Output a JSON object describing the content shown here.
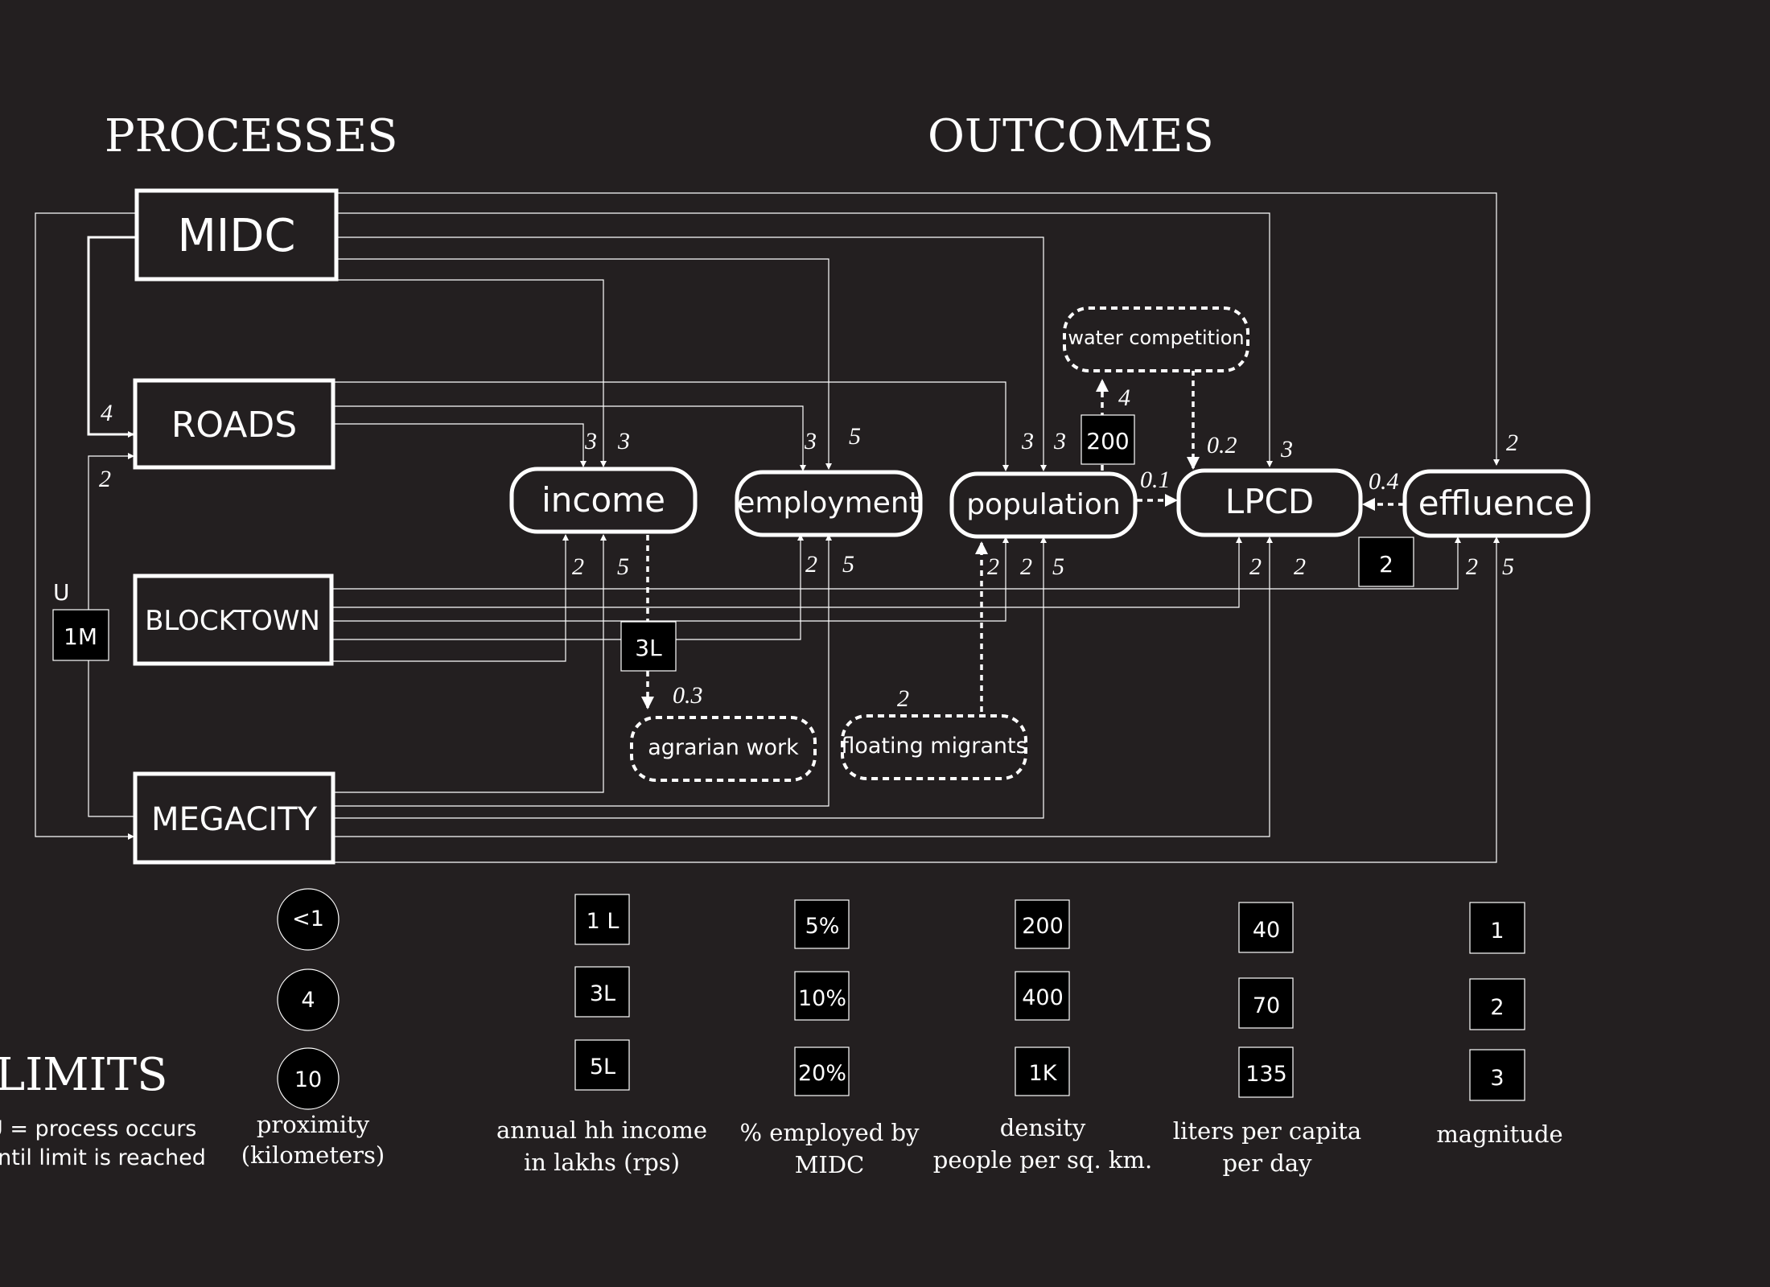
{
  "headings": {
    "processes": "PROCESSES",
    "outcomes": "OUTCOMES",
    "limits": "LIMITS"
  },
  "processes": {
    "midc": "MIDC",
    "roads": "ROADS",
    "blocktown": "BLOCKTOWN",
    "megacity": "MEGACITY"
  },
  "outcomes": {
    "income": "income",
    "employment": "employment",
    "population": "population",
    "lpcd": "LPCD",
    "effluence": "effluence"
  },
  "side_nodes": {
    "water_competition": "water competition",
    "agrarian_work": "agrarian work",
    "floating_migrants": "floating migrants"
  },
  "limit_badges": {
    "u_label": "U",
    "megacity_limit": "1M",
    "income_limit": "3L",
    "population_limit": "200",
    "effluence_limit": "2"
  },
  "edge_labels": {
    "midc_roads": "4",
    "blocktown_roads": "2",
    "income_in_a": "3",
    "income_in_b": "3",
    "employment_in_a": "3",
    "employment_in_b": "5",
    "population_in_a": "3",
    "population_in_b": "3",
    "water_comp": "4",
    "water_lpcd": "0.2",
    "lpcd_in": "3",
    "effluence_in": "2",
    "pop_lpcd": "0.1",
    "effl_lpcd": "0.4",
    "income_out_a": "2",
    "income_out_b": "5",
    "employment_out_a": "2",
    "employment_out_b": "5",
    "population_out_a": "2",
    "population_out_b": "2",
    "population_out_c": "5",
    "lpcd_out_a": "2",
    "lpcd_out_b": "2",
    "effluence_out_a": "2",
    "effluence_out_b": "5",
    "agrarian": "0.3",
    "migrants": "2"
  },
  "legend": {
    "limits_text_1": "U = process occurs",
    "limits_text_2": "until limit is reached",
    "proximity": {
      "values": [
        "<1",
        "4",
        "10"
      ],
      "label_1": "proximity",
      "label_2": "(kilometers)"
    },
    "income": {
      "values": [
        "1 L",
        "3L",
        "5L"
      ],
      "label_1": "annual hh income",
      "label_2": "in lakhs (rps)"
    },
    "employment": {
      "values": [
        "5%",
        "10%",
        "20%"
      ],
      "label_1": "% employed by",
      "label_2": "MIDC"
    },
    "density": {
      "values": [
        "200",
        "400",
        "1K"
      ],
      "label_1": "density",
      "label_2": "people per sq. km."
    },
    "lpcd": {
      "values": [
        "40",
        "70",
        "135"
      ],
      "label_1": "liters per capita",
      "label_2": "per day"
    },
    "magnitude": {
      "values": [
        "1",
        "2",
        "3"
      ],
      "label_1": "magnitude"
    }
  },
  "colors": {
    "background": "#231f20",
    "foreground": "#ffffff",
    "badge": "#000000"
  }
}
